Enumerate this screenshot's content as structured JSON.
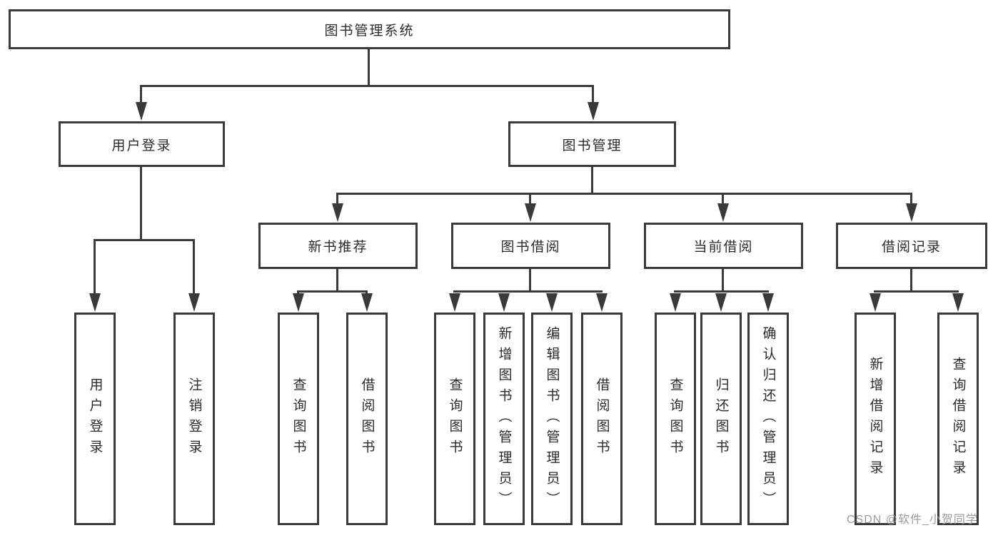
{
  "colors": {
    "line": "#3a3a3a",
    "box_border": "#3a3a3a",
    "text": "#2b2b2b",
    "background": "#ffffff",
    "watermark": "#9b9b9b"
  },
  "root": {
    "label": "图书管理系统"
  },
  "level2": {
    "user_login": {
      "label": "用户登录"
    },
    "book_management": {
      "label": "图书管理"
    }
  },
  "level3": {
    "new_book_recommend": {
      "label": "新书推荐"
    },
    "book_borrow": {
      "label": "图书借阅"
    },
    "current_borrow": {
      "label": "当前借阅"
    },
    "borrow_record": {
      "label": "借阅记录"
    }
  },
  "leaves": {
    "user_login": [
      "用户登录",
      "注销登录"
    ],
    "new_book_recommend": [
      "查询图书",
      "借阅图书"
    ],
    "book_borrow": [
      "查询图书",
      "新增图书（管理员）",
      "编辑图书（管理员）",
      "借阅图书"
    ],
    "current_borrow": [
      "查询图书",
      "归还图书",
      "确认归还（管理员）"
    ],
    "borrow_record": [
      "新增借阅记录",
      "查询借阅记录"
    ]
  },
  "watermark": "CSDN @软件_小贺同学"
}
